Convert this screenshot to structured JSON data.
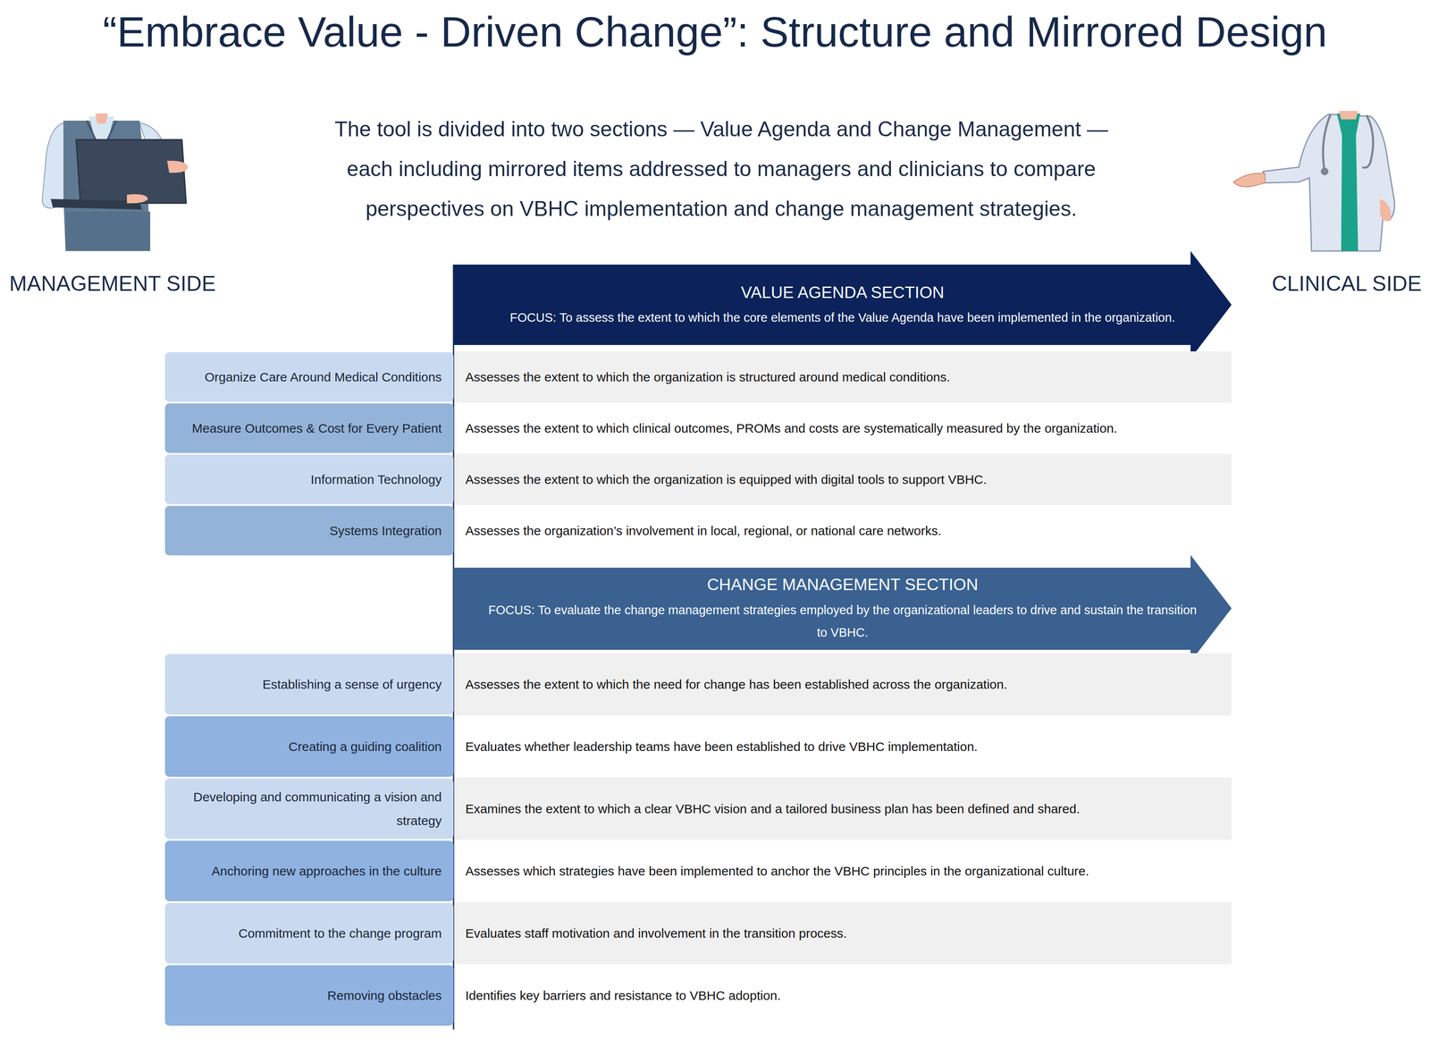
{
  "diagram": {
    "title": "“Embrace Value - Driven Change”: Structure and Mirrored Design",
    "nodes": [
      {
        "text": [
          "VALUE AGENDA SECTION",
          "FOCUS: To assess the extent to which the core elements of the Value Agenda have been implemented in the organization."
        ]
      },
      {
        "text": [
          "Organize Care Around Medical Conditions"
        ]
      },
      {
        "text": [
          "Assesses the extent to which the organization is structured around medical conditions."
        ]
      },
      {
        "text": [
          "Measure Outcomes & Cost for Every Patient"
        ]
      },
      {
        "text": [
          "Assesses the extent to which clinical outcomes, PROMs and costs are systematically measured by the organization."
        ]
      },
      {
        "text": [
          "Information Technology"
        ]
      },
      {
        "text": [
          "Assesses the extent to which the organization is equipped with digital tools to support VBHC."
        ]
      },
      {
        "text": [
          "Systems Integration"
        ]
      },
      {
        "text": [
          "Assesses the organization’s involvement in local, regional, or national care networks."
        ]
      },
      {
        "text": [
          "CHANGE MANAGEMENT SECTION",
          "FOCUS: To evaluate the change management strategies employed by the organizational leaders to drive and sustain the transition to VBHC."
        ]
      },
      {
        "text": [
          "Establishing a sense of urgency"
        ]
      },
      {
        "text": [
          "Assesses the extent to which the need for change has been established across the organization."
        ]
      },
      {
        "text": [
          "Creating a guiding coalition"
        ]
      },
      {
        "text": [
          "Evaluates whether leadership teams have been established to drive VBHC implementation."
        ]
      },
      {
        "text": [
          "Developing and communicating a vision and strategy"
        ]
      },
      {
        "text": [
          "Examines the extent to which a clear VBHC vision and a tailored business plan has been defined and shared."
        ]
      },
      {
        "text": [
          "Anchoring new approaches in the culture"
        ]
      },
      {
        "text": [
          "Assesses which strategies have been implemented to anchor the VBHC principles in the organizational culture."
        ]
      },
      {
        "text": [
          "Commitment to the change program"
        ]
      },
      {
        "text": [
          "Evaluates staff motivation and involvement in the transition process."
        ]
      },
      {
        "text": [
          "Removing obstacles"
        ]
      },
      {
        "text": [
          "Identifies key barriers and resistance to VBHC adoption."
        ]
      }
    ],
    "labels": [
      "The tool is divided into two sections — Value Agenda and Change Management — each including mirrored items addressed to managers and clinicians to compare perspectives on VBHC implementation and change management strategies.",
      "MANAGEMENT SIDE",
      "CLINICAL SIDE"
    ]
  }
}
